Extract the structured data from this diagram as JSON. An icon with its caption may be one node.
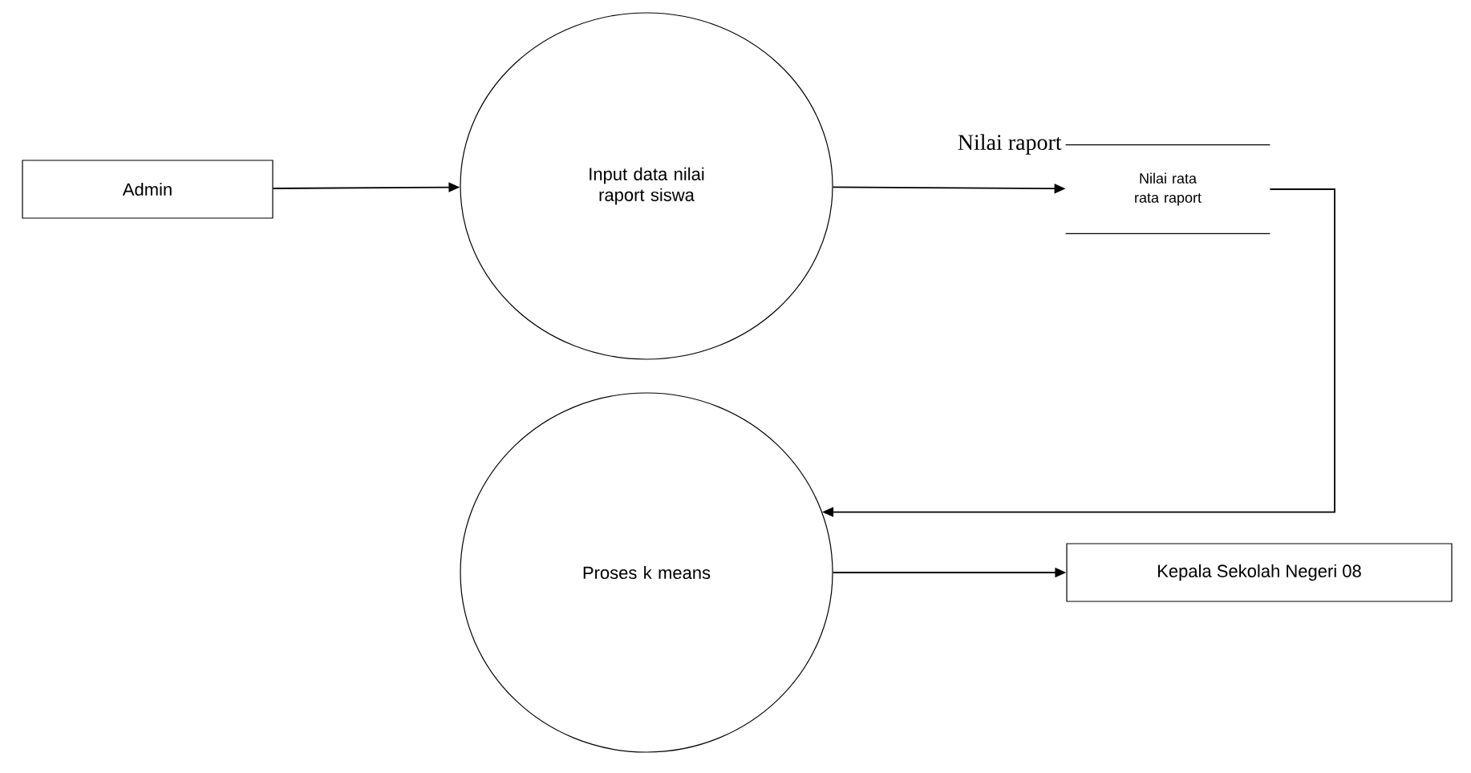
{
  "diagram": {
    "nodes": [
      {
        "text": [
          "Admin"
        ]
      },
      {
        "text": [
          "Input data nilai raport siswa"
        ]
      },
      {
        "text": [
          "Nilai rata rata raport"
        ]
      },
      {
        "text": [
          "Proses k means"
        ]
      },
      {
        "text": [
          "Kepala Sekolah Negeri 08"
        ]
      }
    ],
    "edges": [
      {
        "from": 0,
        "to": 1,
        "arrow": "to"
      },
      {
        "from": 1,
        "to": 2,
        "arrow": "to"
      },
      {
        "from": 2,
        "to": 3,
        "arrow": "to"
      },
      {
        "from": 3,
        "to": 4,
        "arrow": "to"
      }
    ],
    "labels": [
      "Nilai raport"
    ]
  }
}
